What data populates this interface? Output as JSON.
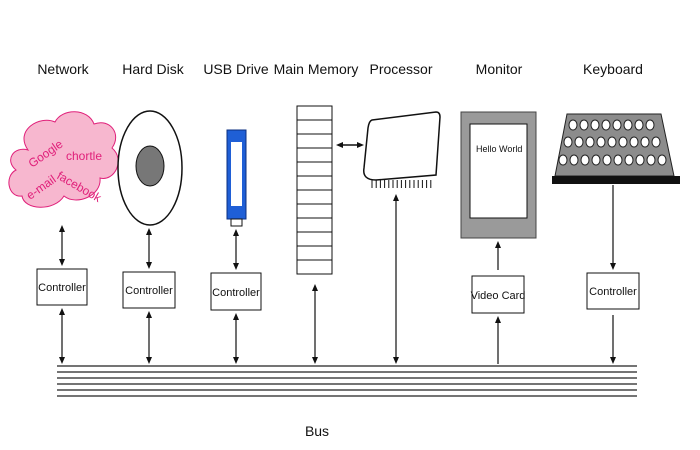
{
  "devices": {
    "network": "Network",
    "hard_disk": "Hard Disk",
    "usb_drive": "USB Drive",
    "main_memory": "Main Memory",
    "processor": "Processor",
    "monitor": "Monitor",
    "keyboard": "Keyboard"
  },
  "controllers": {
    "network": "Controller",
    "hard_disk": "Controller",
    "usb_drive": "Controller",
    "monitor": "Video Card",
    "keyboard": "Controller"
  },
  "cloud_words": [
    "Google",
    "chortle",
    "facebook",
    "e-mail"
  ],
  "monitor_screen_text": "Hello World",
  "bus_label": "Bus",
  "colors": {
    "cloud_fill": "#f7b7cf",
    "cloud_text": "#e0207a",
    "usb_blue": "#1f5fd6",
    "monitor_gray": "#9a9a9a",
    "keyboard_gray": "#8c8c8c"
  }
}
